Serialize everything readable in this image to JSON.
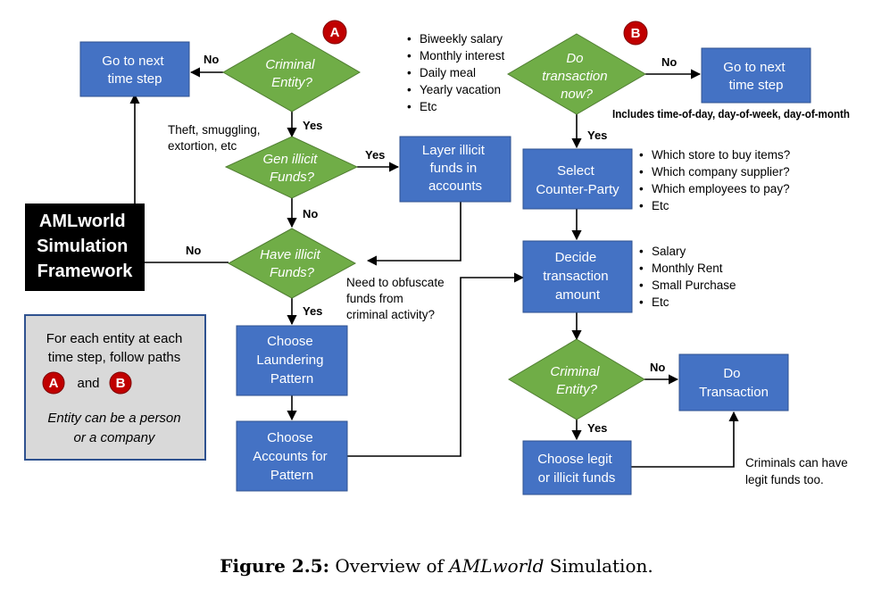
{
  "boxes": {
    "next_a": [
      "Go to next",
      "time step"
    ],
    "layer": [
      "Layer illicit",
      "funds in",
      "accounts"
    ],
    "choose_pattern": [
      "Choose",
      "Laundering",
      "Pattern"
    ],
    "choose_accounts": [
      "Choose",
      "Accounts for",
      "Pattern"
    ],
    "next_b": [
      "Go to next",
      "time step"
    ],
    "select_cp": [
      "Select",
      "Counter-Party"
    ],
    "decide_amt": [
      "Decide",
      "transaction",
      "amount"
    ],
    "do_tx": [
      "Do",
      "Transaction"
    ],
    "legit_illicit": [
      "Choose legit",
      "or illicit funds"
    ]
  },
  "decisions": {
    "criminal_a": [
      "Criminal",
      "Entity?"
    ],
    "gen_illicit": [
      "Gen illicit",
      "Funds?"
    ],
    "have_illicit": [
      "Have illicit",
      "Funds?"
    ],
    "do_now": [
      "Do",
      "transaction",
      "now?"
    ],
    "criminal_b": [
      "Criminal",
      "Entity?"
    ]
  },
  "edge_labels": {
    "no_crim_a": "No",
    "yes_crim_a": "Yes",
    "yes_gen": "Yes",
    "no_gen": "No",
    "no_have": "No",
    "yes_have": "Yes",
    "no_do_now": "No",
    "yes_do_now": "Yes",
    "no_crim_b": "No",
    "yes_crim_b": "Yes"
  },
  "badges": {
    "a": "A",
    "b": "B"
  },
  "notes": {
    "theft": [
      "Theft, smuggling,",
      "extortion, etc"
    ],
    "obfuscate": [
      "Need to obfuscate",
      "funds from",
      "criminal activity?"
    ],
    "timing_bullets": [
      "Biweekly salary",
      "Monthly interest",
      "Daily meal",
      "Yearly vacation",
      "Etc"
    ],
    "timing_includes": "Includes time-of-day, day-of-week, day-of-month",
    "cp_bullets": [
      "Which store to buy items?",
      "Which company supplier?",
      "Which employees to pay?",
      "Etc"
    ],
    "amt_bullets": [
      "Salary",
      "Monthly Rent",
      "Small Purchase",
      "Etc"
    ],
    "criminals_legit": [
      "Criminals can have",
      "legit funds too."
    ]
  },
  "title": [
    "AMLworld",
    "Simulation",
    "Framework"
  ],
  "legend": {
    "line1": "For each entity at each",
    "line2": "time step, follow paths",
    "and": "and",
    "italic1": "Entity can be a person",
    "italic2": "or a company"
  },
  "caption": {
    "label": "Figure 2.5:",
    "pre": " Overview of ",
    "italic": "AMLworld",
    "post": " Simulation."
  },
  "colors": {
    "box_fill": "#4472C4",
    "box_stroke": "#2F528F",
    "diamond_fill": "#70AD47",
    "diamond_stroke": "#507E32",
    "badge_fill": "#C00000",
    "legend_fill": "#D9D9D9",
    "legend_stroke": "#2F528F",
    "title_fill": "#000000"
  }
}
